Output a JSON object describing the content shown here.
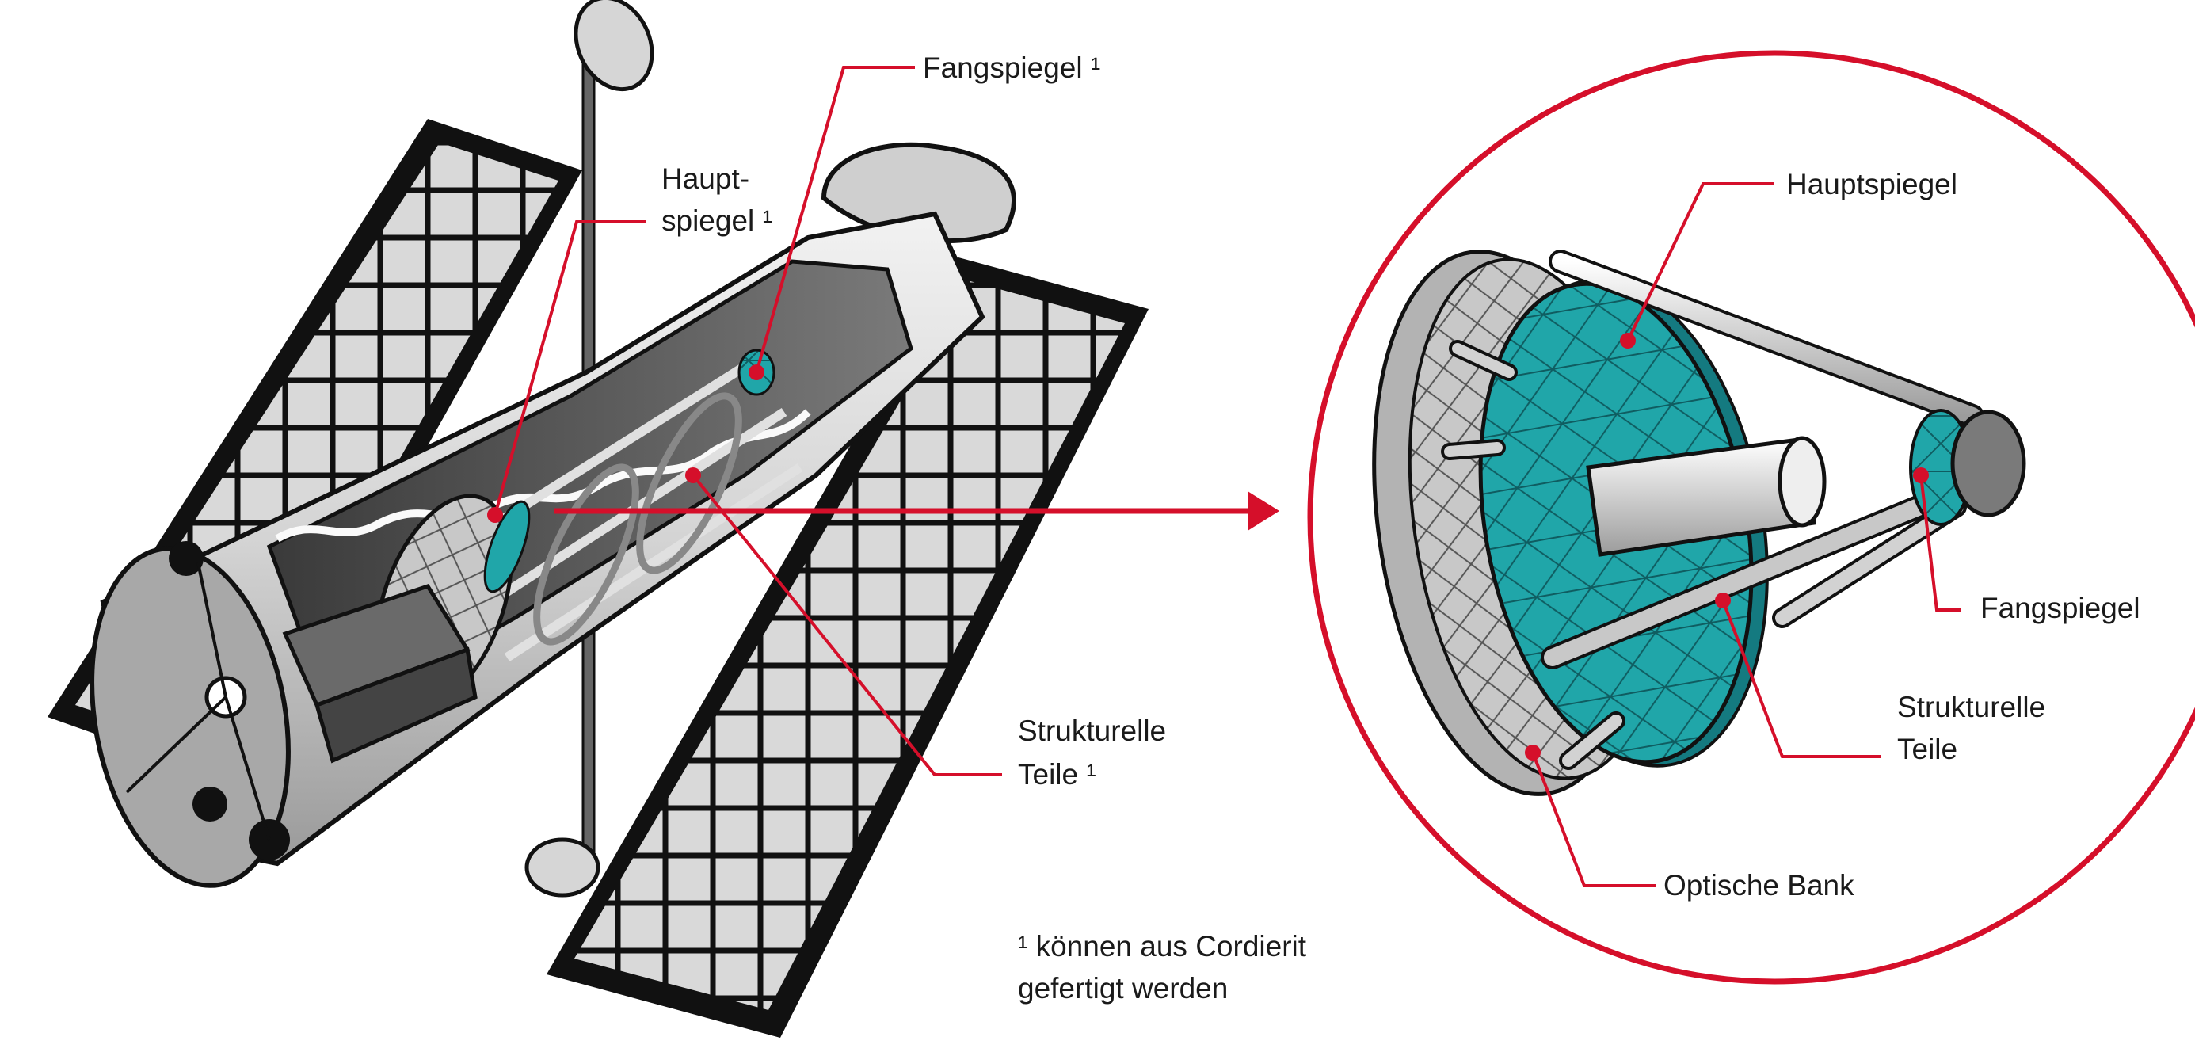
{
  "colors": {
    "accent_red": "#d50f2a",
    "mirror_teal": "#20a6a9",
    "mirror_teal_dark": "#147a80",
    "metal_light": "#e6e6e6",
    "metal_mid": "#bfbfbf",
    "metal_dark": "#5a5a5a",
    "ink": "#1a1a1a"
  },
  "labels": {
    "fangspiegel_left": "Fangspiegel ¹",
    "hauptspiegel_left_line1": "Haupt-",
    "hauptspiegel_left_line2": "spiegel ¹",
    "strukturelle_left_line1": "Strukturelle",
    "strukturelle_left_line2": "Teile ¹",
    "footnote_line1": "¹ können aus Cordierit",
    "footnote_line2": "gefertigt werden",
    "hauptspiegel_right": "Hauptspiegel",
    "fangspiegel_right": "Fangspiegel",
    "strukturelle_right_line1": "Strukturelle",
    "strukturelle_right_line2": "Teile",
    "optische_bank": "Optische Bank"
  }
}
